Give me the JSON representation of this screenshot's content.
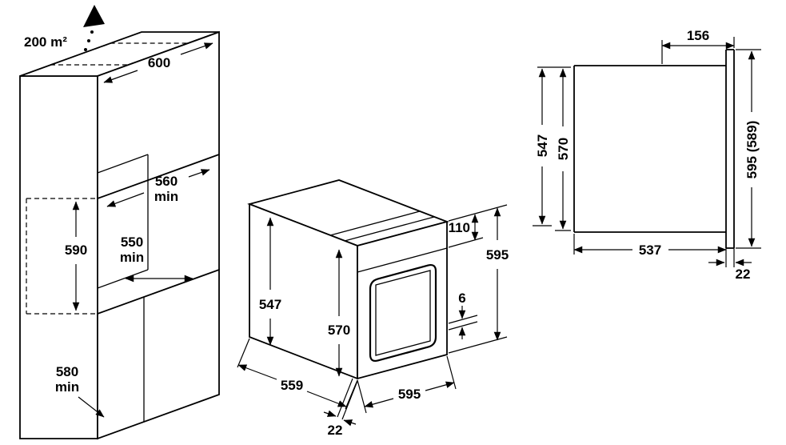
{
  "figures": {
    "cabinet": {
      "vent_area": "200 m²",
      "width": "600",
      "niche_width": "560",
      "niche_width_min": "min",
      "niche_height": "590",
      "niche_depth": "550",
      "niche_depth_min": "min",
      "base_height": "580",
      "base_height_min": "min"
    },
    "oven": {
      "control_panel_height": "110",
      "total_height": "595",
      "body_height": "547",
      "front_height": "570",
      "bottom_gap": "6",
      "front_width": "595",
      "body_depth": "559",
      "frame_overhang": "22"
    },
    "side_view": {
      "panel_depth": "156",
      "body_height": "547",
      "niche_height": "570",
      "front_height": "595 (589)",
      "body_depth": "537",
      "frame_overhang": "22"
    }
  }
}
